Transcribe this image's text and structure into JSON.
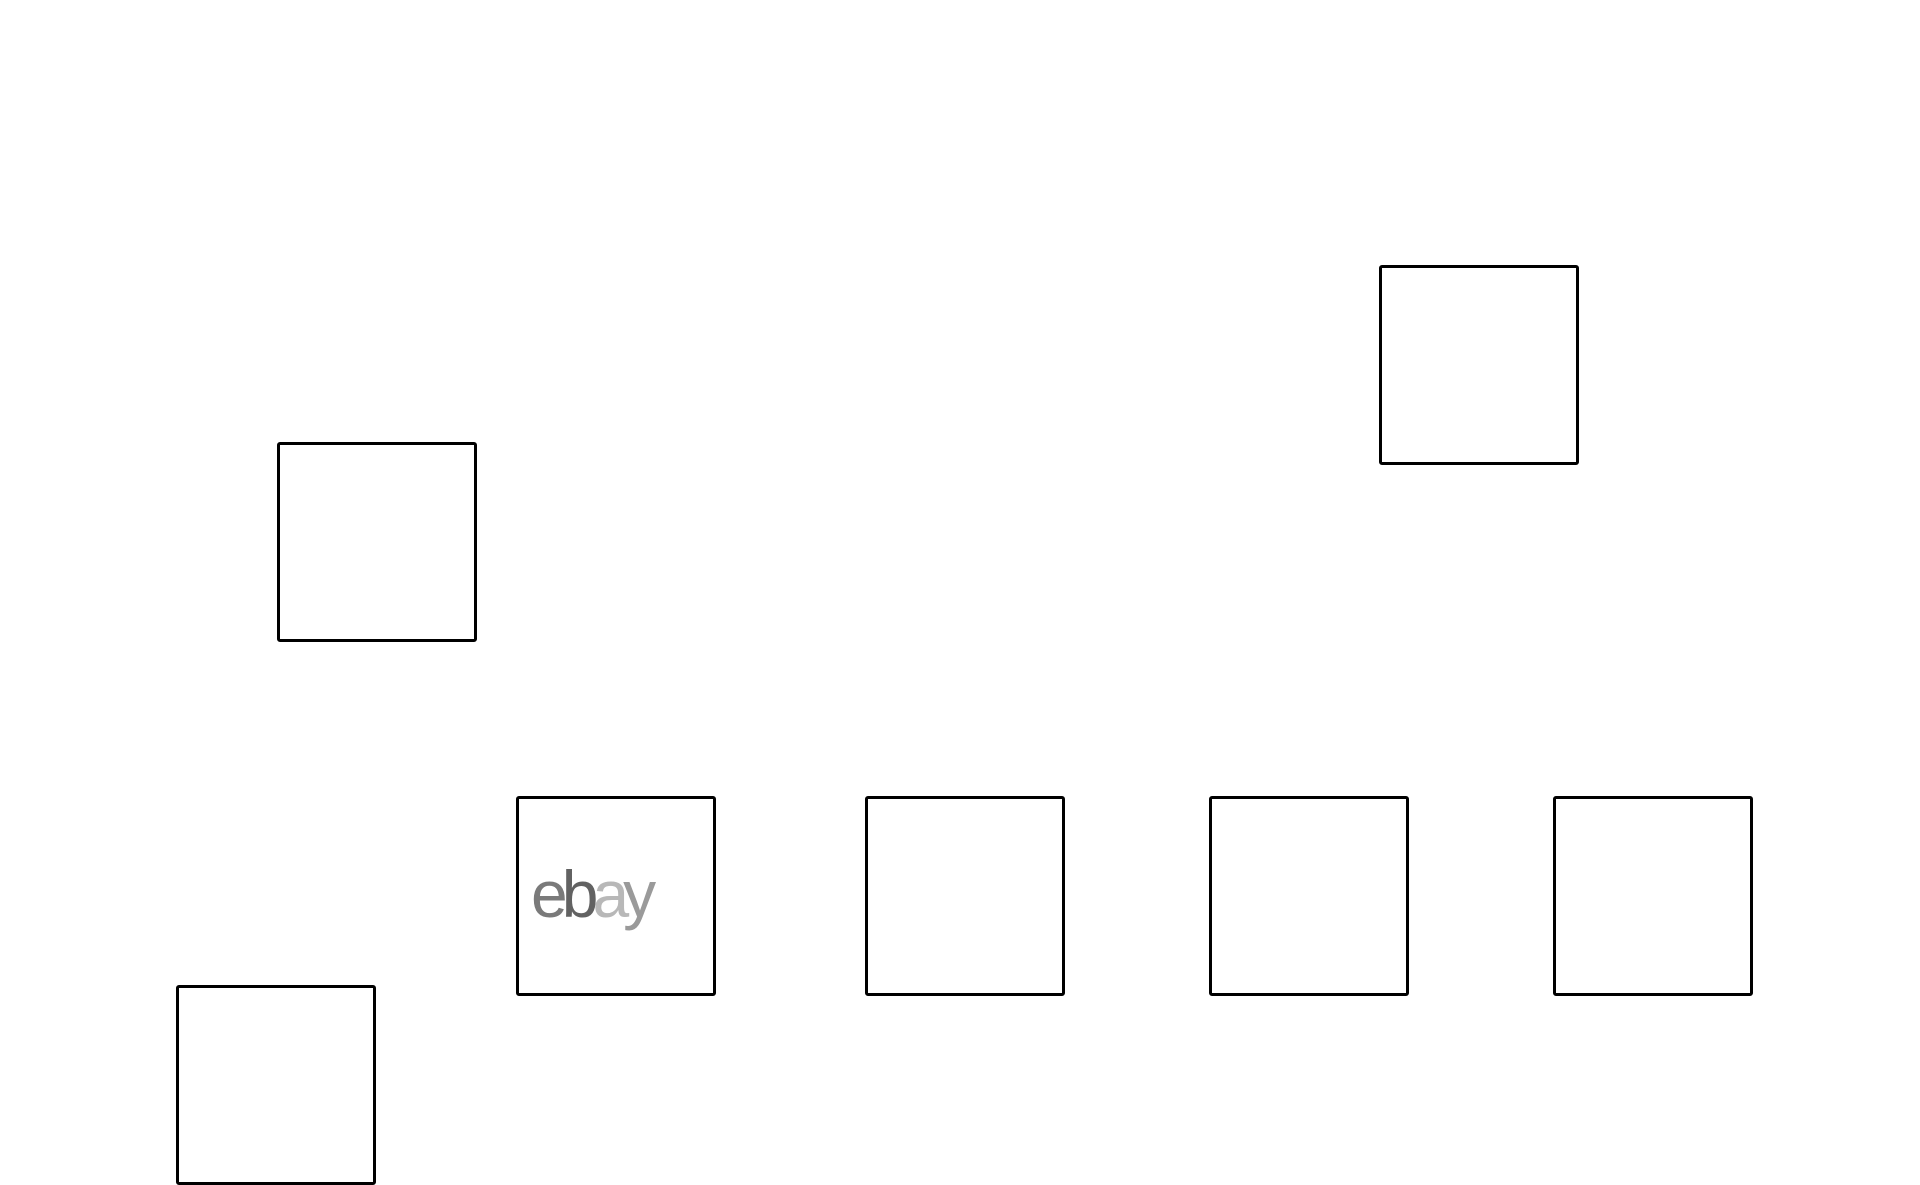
{
  "tiles": [
    {
      "id": "tile-1",
      "label": ""
    },
    {
      "id": "tile-2",
      "label": ""
    },
    {
      "id": "tile-3",
      "label": "",
      "logo": {
        "brand": "ebay",
        "letters": [
          "e",
          "b",
          "a",
          "y"
        ],
        "colors": [
          "#7a7a7a",
          "#626262",
          "#b8b8b8",
          "#9a9a9a"
        ]
      }
    },
    {
      "id": "tile-4",
      "label": ""
    },
    {
      "id": "tile-5",
      "label": ""
    },
    {
      "id": "tile-6",
      "label": ""
    },
    {
      "id": "tile-7",
      "label": ""
    }
  ]
}
